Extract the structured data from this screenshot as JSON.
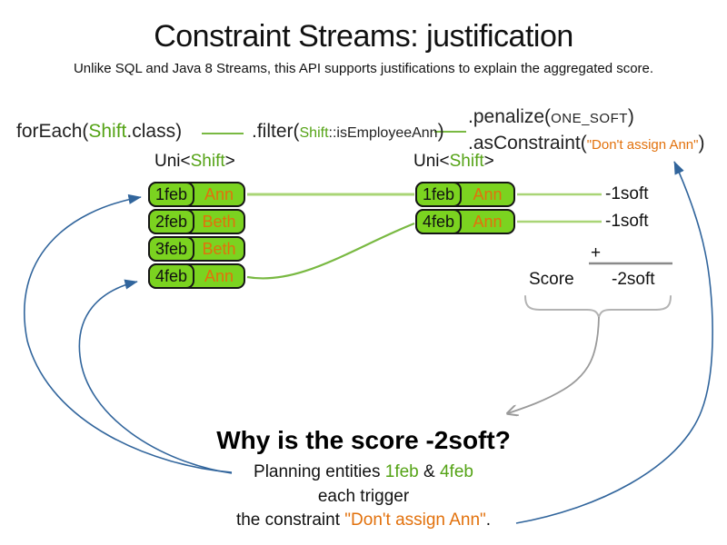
{
  "slide": {
    "title": "Constraint Streams: justification",
    "subtitle": "Unlike SQL and Java 8 Streams, this API supports justifications to explain the aggregated score."
  },
  "code": {
    "foreach": {
      "prefix": "forEach(",
      "cls": "Shift",
      "suffix": ".class)"
    },
    "filter": {
      "prefix": ".filter(",
      "cls": "Shift",
      "method": "::isEmployeeAnn",
      "suffix": ")"
    },
    "penalize": {
      "prefix": ".penalize(",
      "arg": "ONE_SOFT",
      "suffix": ")"
    },
    "as_constraint": {
      "prefix": ".asConstraint(",
      "arg": "\"Don't assign Ann\"",
      "suffix": ")"
    }
  },
  "left_stream": {
    "label": {
      "prefix": "Uni<",
      "type": "Shift",
      "suffix": ">"
    },
    "rows": [
      {
        "date": "1feb",
        "employee": "Ann"
      },
      {
        "date": "2feb",
        "employee": "Beth"
      },
      {
        "date": "3feb",
        "employee": "Beth"
      },
      {
        "date": "4feb",
        "employee": "Ann"
      }
    ]
  },
  "right_stream": {
    "label": {
      "prefix": "Uni<",
      "type": "Shift",
      "suffix": ">"
    },
    "rows": [
      {
        "date": "1feb",
        "employee": "Ann"
      },
      {
        "date": "4feb",
        "employee": "Ann"
      }
    ]
  },
  "penalties": {
    "row1": "-1soft",
    "row2": "-1soft"
  },
  "sum": {
    "plus": "+",
    "score_label": "Score",
    "total": "-2soft"
  },
  "explanation": {
    "heading": "Why is the score -2soft?",
    "line1": {
      "prefix": "Planning entities ",
      "entity1": "1feb",
      "conjunction": " & ",
      "entity2": "4feb"
    },
    "line2": "each trigger",
    "line3": {
      "prefix": "the constraint ",
      "constraint": "\"Don't assign Ann\"",
      "suffix": "."
    }
  },
  "colors": {
    "entity_fill": "#7bd320",
    "green_text": "#55a316",
    "orange_text": "#e2710c",
    "light_green_line": "#a9d576",
    "mid_green_line": "#79b942",
    "blue_arrow": "#31659c",
    "gray_arrow": "#9a9a9a",
    "sum_line": "#8a8a8a"
  }
}
